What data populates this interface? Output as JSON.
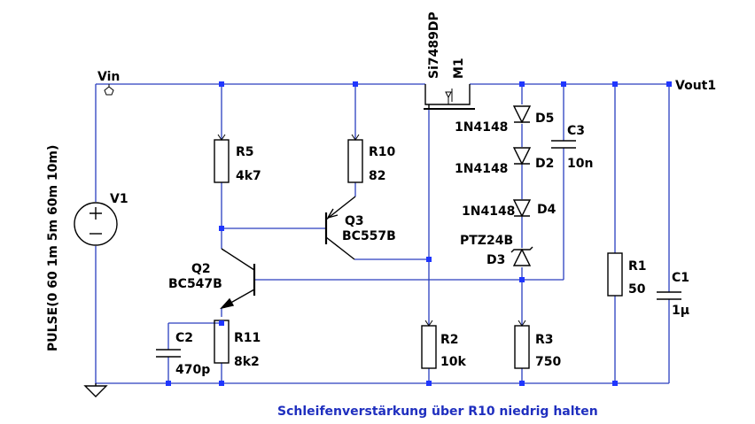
{
  "nets": {
    "vin": "Vin",
    "vout": "Vout1"
  },
  "components": {
    "V1": {
      "name": "V1",
      "value": "PULSE(0 60 1m 5m 60m 10m)"
    },
    "M1": {
      "name": "M1",
      "value": "Si7489DP"
    },
    "R5": {
      "name": "R5",
      "value": "4k7"
    },
    "R10": {
      "name": "R10",
      "value": "82"
    },
    "Q3": {
      "name": "Q3",
      "value": "BC557B"
    },
    "Q2": {
      "name": "Q2",
      "value": "BC547B"
    },
    "C2": {
      "name": "C2",
      "value": "470p"
    },
    "R11": {
      "name": "R11",
      "value": "8k2"
    },
    "R2": {
      "name": "R2",
      "value": "10k"
    },
    "D5": {
      "name": "D5",
      "value": "1N4148"
    },
    "D2": {
      "name": "D2",
      "value": "1N4148"
    },
    "D4": {
      "name": "D4",
      "value": "1N4148"
    },
    "D3": {
      "name": "D3",
      "value": "PTZ24B"
    },
    "C3": {
      "name": "C3",
      "value": "10n"
    },
    "R3": {
      "name": "R3",
      "value": "750"
    },
    "R1": {
      "name": "R1",
      "value": "50"
    },
    "C1": {
      "name": "C1",
      "value": "1µ"
    }
  },
  "note": "Schleifenverstärkung über R10 niedrig halten"
}
